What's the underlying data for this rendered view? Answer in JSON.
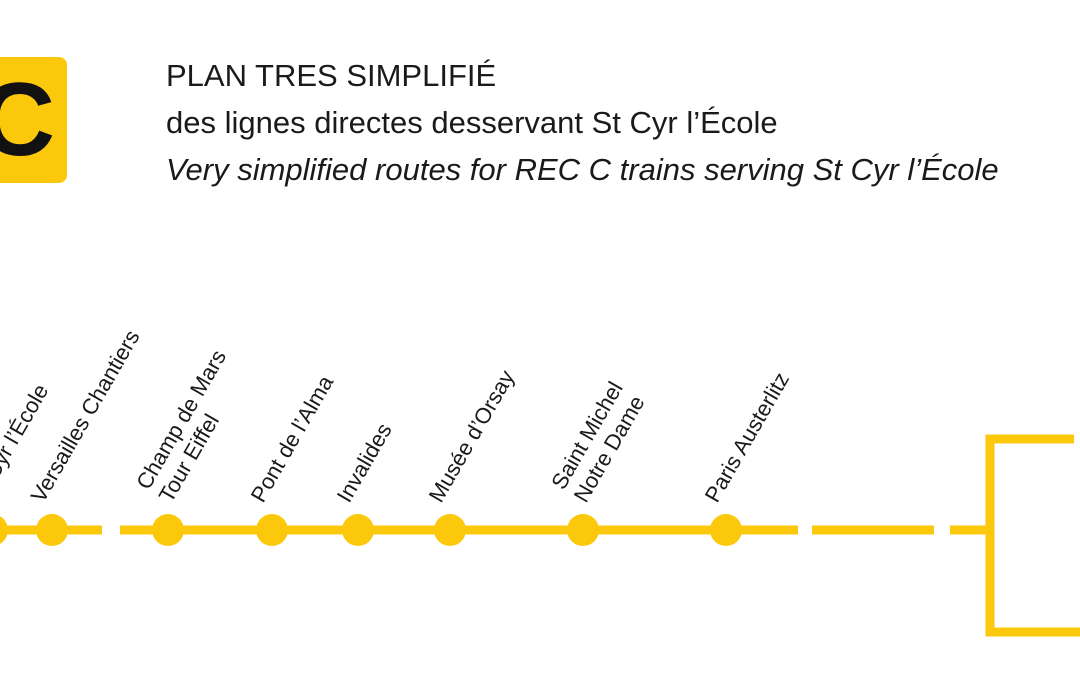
{
  "line": {
    "letter": "C",
    "color": "#fcc80b"
  },
  "header": {
    "title": "PLAN TRES SIMPLIFIÉ",
    "subtitle_fr": "des lignes directes desservant St Cyr l’École",
    "subtitle_en": "Very simplified routes for REC C trains serving St Cyr l’École"
  },
  "stations": [
    {
      "lines": [
        "St Cyr l’École"
      ]
    },
    {
      "lines": [
        "Versailles Chantiers"
      ]
    },
    {
      "lines": [
        "Champ de Mars",
        "Tour Eiffel"
      ]
    },
    {
      "lines": [
        "Pont de l’Alma"
      ]
    },
    {
      "lines": [
        "Invalides"
      ]
    },
    {
      "lines": [
        "Musée d’Orsay"
      ]
    },
    {
      "lines": [
        "Saint Michel",
        "Notre Dame"
      ]
    },
    {
      "lines": [
        "Paris Austerlitz"
      ]
    }
  ]
}
